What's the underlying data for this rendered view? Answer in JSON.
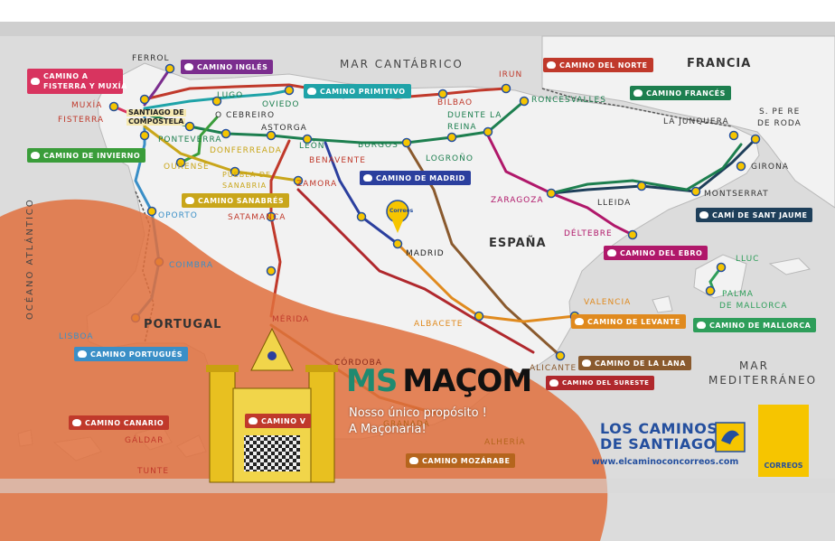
{
  "colors": {
    "land": "#f2f2f2",
    "sea": "#dcdcdc",
    "overlay": "#e0703d",
    "brand_blue": "#244f9e",
    "correos_yellow": "#f6c500",
    "ms_green": "#1f8a70"
  },
  "seas": {
    "cantabrico": "MAR CANTÁBRICO",
    "mediterraneo_1": "MAR",
    "mediterraneo_2": "MEDITERRÁNEO",
    "atlantico": "OCÉANO ATLÁNTICO"
  },
  "countries": {
    "francia": "FRANCIA",
    "espana": "ESPAÑA",
    "portugal": "PORTUGAL"
  },
  "cities": {
    "ferrol": "FERROL",
    "muxia": "MUXÍA",
    "fisterra": "FISTERRA",
    "santiago_1": "SANTIAGO DE",
    "santiago_2": "COMPOSTELA",
    "lugo": "LUGO",
    "oviedo": "OVIEDO",
    "o_cebreiro": "O CEBREIRO",
    "astorga": "ASTORGA",
    "leon": "LEÓN",
    "ponteverra": "PONTEVERRA",
    "donferreada": "DONFERREADA",
    "ourense": "OURENSE",
    "puebla_1": "PUEBLA DE",
    "puebla_2": "SANABRIA",
    "benavente": "BENAVENTE",
    "zamora": "ZAMORA",
    "salamanca": "SATAMANCA",
    "oporto": "OPORTO",
    "coimbra": "COIMBRA",
    "lisboa": "LISBOA",
    "merida": "MÉRIDA",
    "cordoba": "CÓRDOBA",
    "granada": "GRANADA",
    "alhería": "ALHERÍA",
    "galdar": "GÁLDAR",
    "tunte": "TUNTE",
    "burgos": "BURGOS",
    "bilbao": "BILBAO",
    "irun": "IRUN",
    "roncesvalles": "RONCESVALLES",
    "duente_1": "DUENTE LA",
    "duente_2": "REINA",
    "logrono": "LOGROÑO",
    "zaragoza": "ZARAGOZA",
    "lleida": "LLEIDA",
    "la_junquera": "LA JUNQUERA",
    "spere_1": "S. PE RE",
    "spere_2": "DE RODA",
    "girona": "GIRONA",
    "montserrat": "MONTSERRAT",
    "deltebre": "DÉLTEBRE",
    "madrid": "MADRID",
    "albacete": "ALBACETE",
    "valencia": "VALENCIA",
    "alicante": "ALICANTE",
    "lluc": "LLUC",
    "palma_1": "PALMA",
    "palma_2": "DE MALLORCA"
  },
  "routes": [
    {
      "id": "fisterra",
      "label_1": "CAMINO A",
      "label_2": "FISTERRA Y MUXÍA",
      "color": "#d8345f"
    },
    {
      "id": "ingles",
      "label": "CAMINO INGLÉS",
      "color": "#7b2d8e"
    },
    {
      "id": "primitivo",
      "label": "CAMINO PRIMITIVO",
      "color": "#1fa3a8"
    },
    {
      "id": "invierno",
      "label": "CAMINO DE INVIERNO",
      "color": "#3a9d3a"
    },
    {
      "id": "norte",
      "label": "CAMINO DEL NORTE",
      "color": "#c0392b"
    },
    {
      "id": "frances",
      "label": "CAMINO FRANCÉS",
      "color": "#1d7f4f"
    },
    {
      "id": "madrid",
      "label": "CAMINO DE MADRID",
      "color": "#2b3f9e"
    },
    {
      "id": "sanabres",
      "label": "CAMINO SANABRÉS",
      "color": "#c9a61a"
    },
    {
      "id": "ebro",
      "label": "CAMINO DEL EBRO",
      "color": "#b0186a"
    },
    {
      "id": "jaume",
      "label": "CAMÍ DE SANT JAUME",
      "color": "#1e3f5a"
    },
    {
      "id": "portugues",
      "label": "CAMINO PORTUGUÉS",
      "color": "#3a8fc7"
    },
    {
      "id": "levante",
      "label": "CAMINO DE LEVANTE",
      "color": "#e08a1e"
    },
    {
      "id": "mallorca",
      "label": "CAMINO DE MALLORCA",
      "color": "#2e9e5a"
    },
    {
      "id": "lana",
      "label": "CAMINO DE LA LANA",
      "color": "#8a5a2e"
    },
    {
      "id": "sureste",
      "label": "CAMINO DEL SURESTE",
      "color": "#b0282d"
    },
    {
      "id": "canario",
      "label": "CAMINO CANARIO",
      "color": "#c0392b"
    },
    {
      "id": "via",
      "label": "CAMINO V",
      "color": "#c0392b"
    },
    {
      "id": "mozarabe",
      "label": "CAMINO MOZÁRABE",
      "color": "#b5651d"
    }
  ],
  "branding": {
    "title_1": "LOS CAMINOS",
    "title_2": "DE SANTIAGO",
    "url": "www.elcaminoconcorreos.com",
    "correos": "CORREOS",
    "madrid_pin": "Correos"
  },
  "watermark": {
    "ms": "MS",
    "macom": "MAÇOM",
    "line1": "Nosso único propósito !",
    "line2": "A Maçonaria!"
  }
}
